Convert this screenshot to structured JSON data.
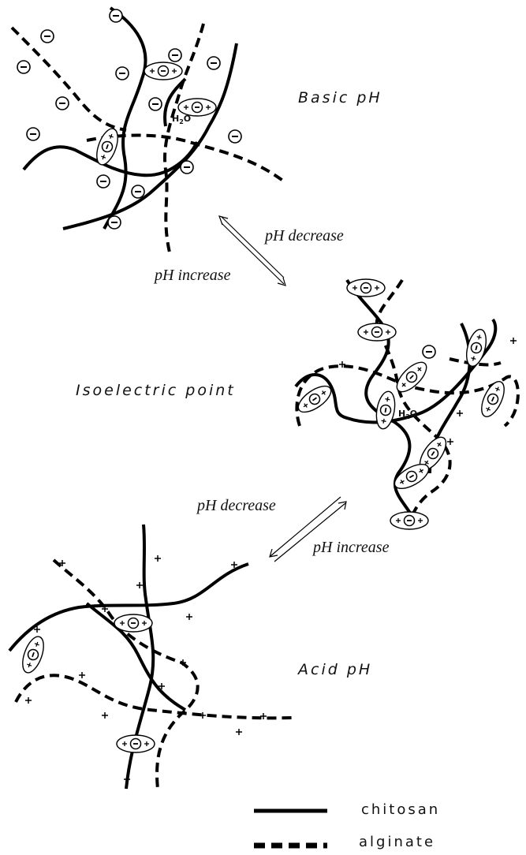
{
  "states": {
    "basic": "Basic pH",
    "isoelectric": "Isoelectric point",
    "acid": "Acid pH"
  },
  "arrows": {
    "top_forward": "pH decrease",
    "top_backward": "pH increase",
    "bottom_forward": "pH decrease",
    "bottom_backward": "pH increase"
  },
  "annotations": {
    "water_top": "H2O",
    "water_middle": "H2O"
  },
  "legend": {
    "chitosan": "chitosan",
    "alginate": "alginate"
  }
}
